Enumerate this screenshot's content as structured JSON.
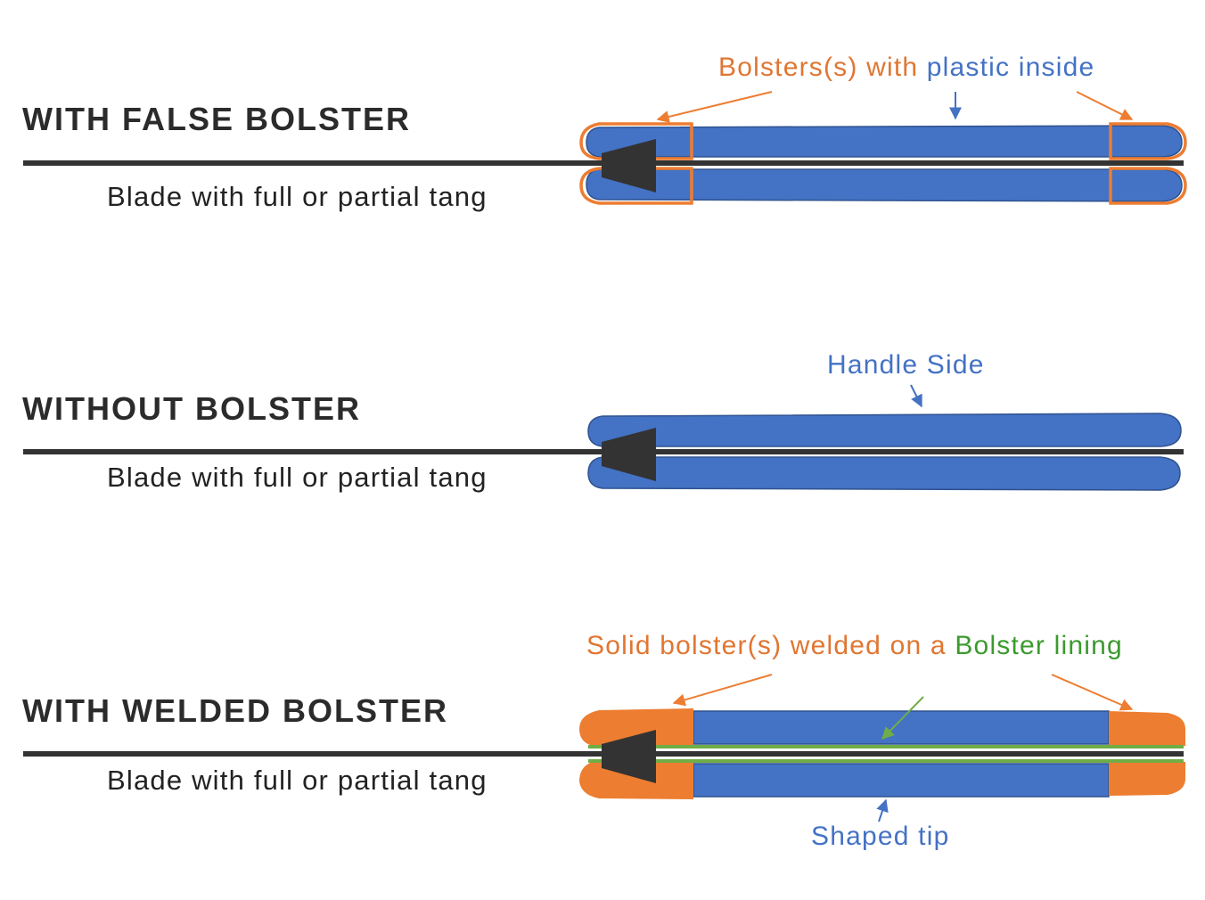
{
  "sections": [
    {
      "title": "WITH FALSE BOLSTER",
      "caption": "Blade with full or partial tang",
      "annotation": {
        "part1": "Bolsters(s) with ",
        "part2": "plastic inside"
      }
    },
    {
      "title": "WITHOUT BOLSTER",
      "caption": "Blade with full or partial tang",
      "annotation": {
        "text": "Handle Side"
      }
    },
    {
      "title": "WITH WELDED BOLSTER",
      "caption": "Blade with full or partial tang",
      "annotation": {
        "part1": "Solid bolster(s) welded on a ",
        "part2": "Bolster lining"
      },
      "annotation2": {
        "text": "Shaped tip"
      }
    }
  ],
  "colors": {
    "handle_blue": "#4472c4",
    "handle_outline": "#2f528f",
    "bolster_orange": "#ed7d31",
    "lining_green": "#70ad47",
    "blade_dark": "#333333"
  }
}
